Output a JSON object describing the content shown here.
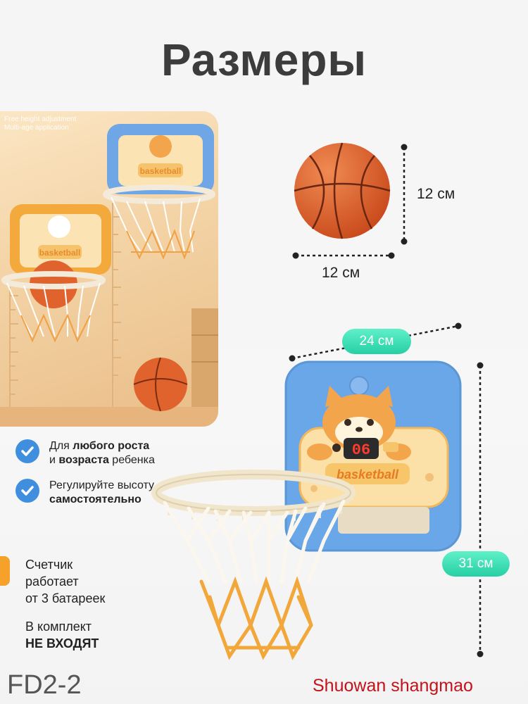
{
  "title": "Размеры",
  "photo": {
    "caption_line1": "Free height adjustment",
    "caption_line2": "Multi-age application"
  },
  "features": [
    {
      "text_html": "Для <b>любого роста</b><br>и <b>возраста</b> ребенка"
    },
    {
      "text_html": "Регулируйте высоту<br><b>самостоятельно</b>"
    }
  ],
  "notes": {
    "counter": "Счетчик\nработает\nот 3 батареек",
    "kit_line1": "В комплект",
    "kit_line2": "НЕ ВХОДЯТ"
  },
  "ball": {
    "height": "12 см",
    "width": "12 см"
  },
  "hoop": {
    "width": "24 см",
    "height": "31 см"
  },
  "backboard_text": "basketball",
  "score_display": "06",
  "model": "FD2-2",
  "brand": "Shuowan shangmao",
  "colors": {
    "accent_teal": "#2fd5aa",
    "check_blue": "#3f8fde",
    "brand_red": "#c4121b",
    "ball_orange": "#e0622c"
  }
}
